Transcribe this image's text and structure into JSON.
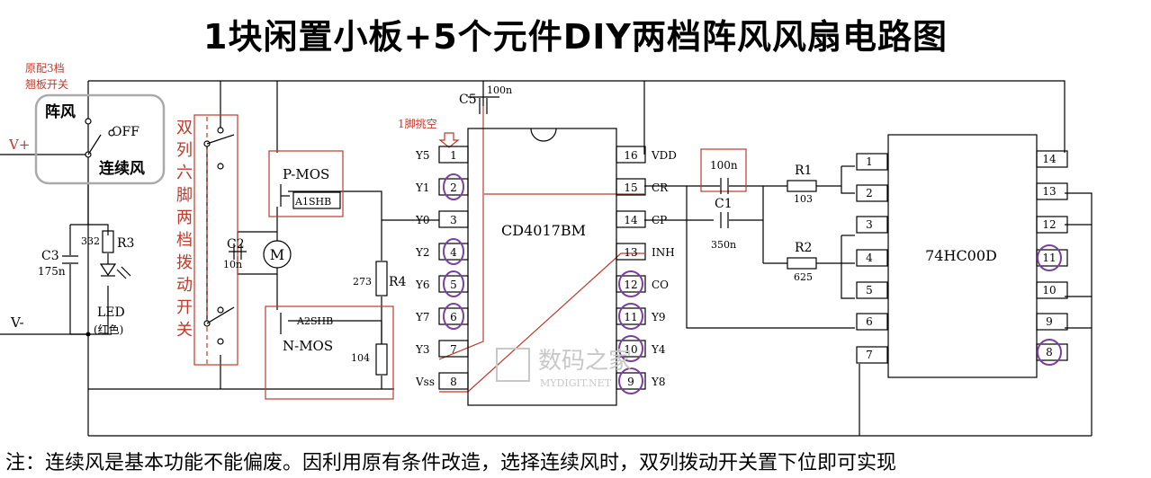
{
  "title": "1块闲置小板+5个元件DIY两档阵风风扇电路图",
  "switch_annotation": {
    "line1": "原配3档",
    "line2": "翘板开关"
  },
  "switch": {
    "gust": "阵风",
    "off": "OFF",
    "continuous": "连续风",
    "vplus": "V+",
    "vminus": "V-"
  },
  "dpdt_label": [
    "双",
    "列",
    "六",
    "脚",
    "两",
    "档",
    "拨",
    "动",
    "开",
    "关"
  ],
  "led": {
    "c3": "C3",
    "c3_value": "175n",
    "r3": "R3",
    "r3_value": "332",
    "label": "LED",
    "color": "(红色)"
  },
  "c2": {
    "name": "C2",
    "value": "10n"
  },
  "motor": "M",
  "pmos": {
    "name": "P-MOS",
    "part": "A1SHB"
  },
  "nmos": {
    "name": "N-MOS",
    "part": "A2SHB"
  },
  "r4": {
    "name": "R4",
    "value": "273"
  },
  "nmos_resistor": "104",
  "c5": {
    "name": "C5",
    "value": "100n"
  },
  "pin1_note": "1脚挑空",
  "cd4017": {
    "name": "CD4017BM",
    "left_pins": [
      {
        "label": "Y5",
        "num": "1",
        "circled": false
      },
      {
        "label": "Y1",
        "num": "2",
        "circled": true
      },
      {
        "label": "Y0",
        "num": "3",
        "circled": false
      },
      {
        "label": "Y2",
        "num": "4",
        "circled": true
      },
      {
        "label": "Y6",
        "num": "5",
        "circled": true
      },
      {
        "label": "Y7",
        "num": "6",
        "circled": true
      },
      {
        "label": "Y3",
        "num": "7",
        "circled": false
      },
      {
        "label": "Vss",
        "num": "8",
        "circled": false
      }
    ],
    "right_pins": [
      {
        "label": "VDD",
        "num": "16",
        "circled": false
      },
      {
        "label": "CR",
        "num": "15",
        "circled": false
      },
      {
        "label": "CP",
        "num": "14",
        "circled": false
      },
      {
        "label": "INH",
        "num": "13",
        "circled": false
      },
      {
        "label": "CO",
        "num": "12",
        "circled": true
      },
      {
        "label": "Y9",
        "num": "11",
        "circled": true
      },
      {
        "label": "Y4",
        "num": "10",
        "circled": true
      },
      {
        "label": "Y8",
        "num": "9",
        "circled": true
      }
    ]
  },
  "cap_100n_label": "100n",
  "c1": {
    "name": "C1",
    "value": "350n"
  },
  "r1": {
    "name": "R1",
    "value": "103"
  },
  "r2": {
    "name": "R2",
    "value": "625"
  },
  "hc00": {
    "name": "74HC00D",
    "left_pins": [
      "1",
      "2",
      "3",
      "4",
      "5",
      "6",
      "7"
    ],
    "right_pins": [
      {
        "num": "14",
        "circled": false
      },
      {
        "num": "13",
        "circled": false
      },
      {
        "num": "12",
        "circled": false
      },
      {
        "num": "11",
        "circled": true
      },
      {
        "num": "10",
        "circled": false
      },
      {
        "num": "9",
        "circled": false
      },
      {
        "num": "8",
        "circled": true
      }
    ]
  },
  "watermark": {
    "cn": "数码之家",
    "en": "MYDIGIT.NET"
  },
  "footnote": "注：连续风是基本功能不能偏废。因利用原有条件改造，选择连续风时，双列拨动开关置下位即可实现",
  "colors": {
    "annotation": "#c0392b",
    "highlight": "#7b3fa0",
    "wire": "#000000"
  }
}
